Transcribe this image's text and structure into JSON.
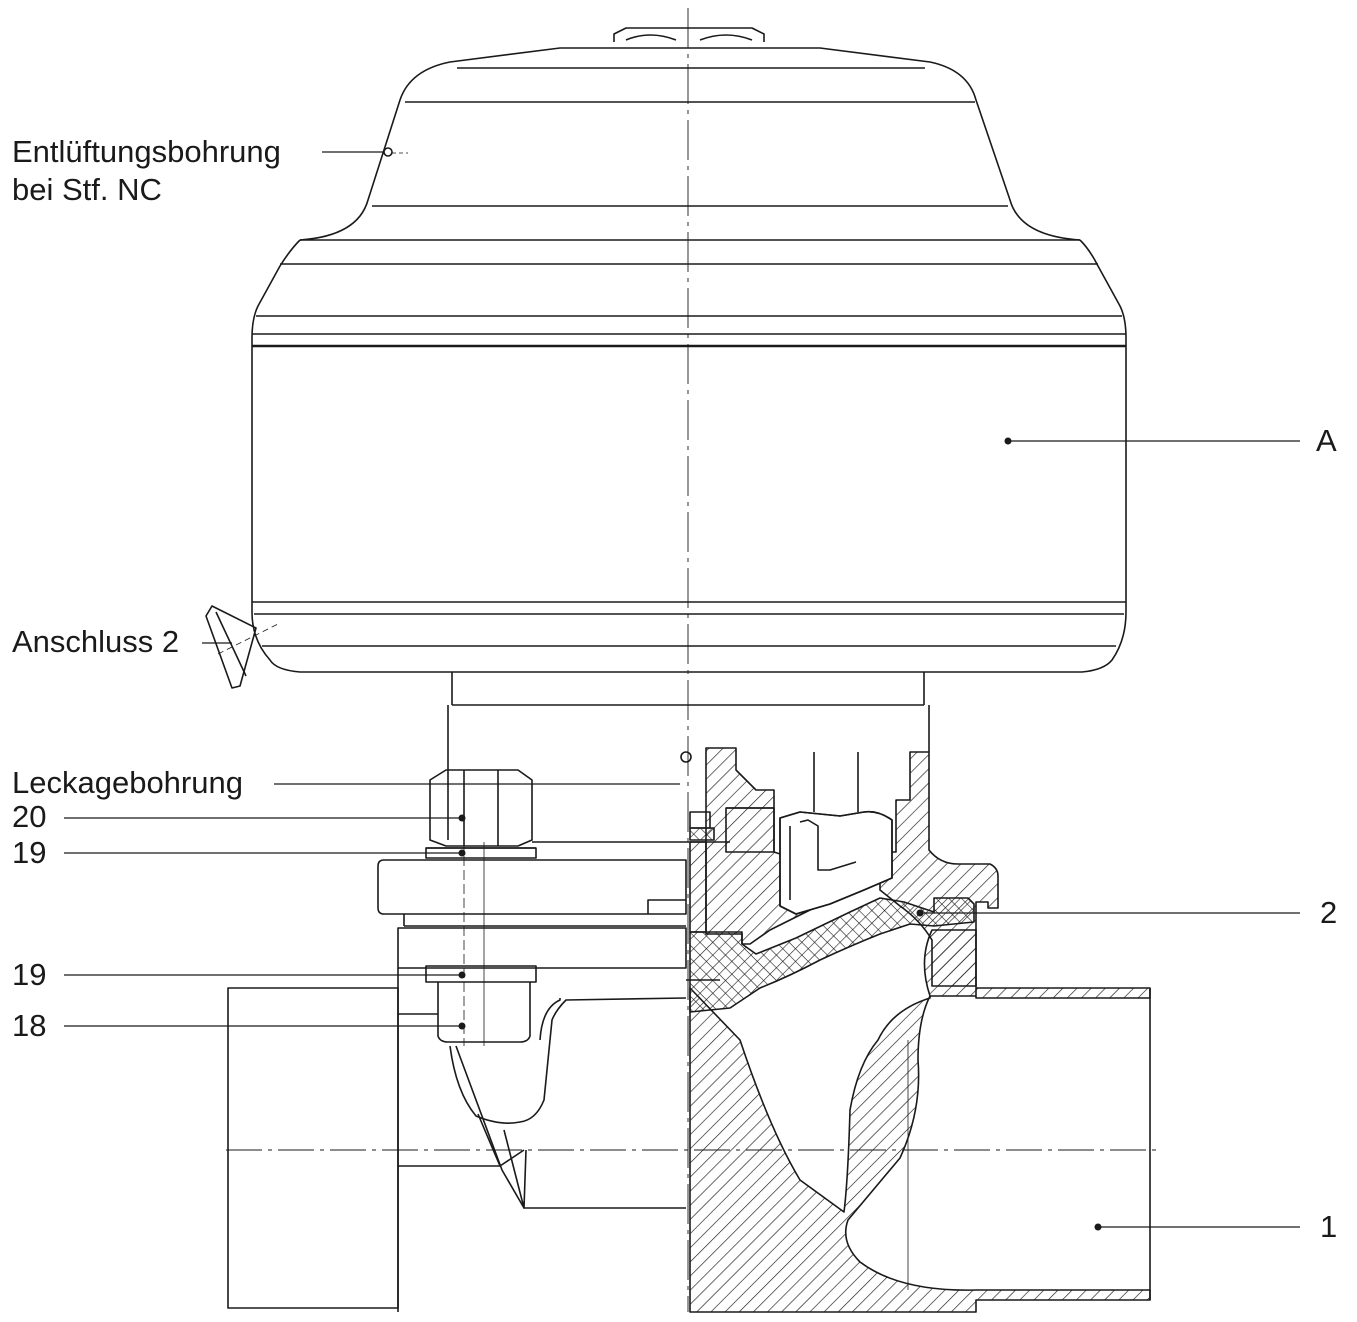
{
  "labels": {
    "vent_hole_line1": "Entlüftungsbohrung",
    "vent_hole_line2": "bei Stf. NC",
    "port_2": "Anschluss 2",
    "leak_hole": "Leckagebohrung",
    "part_20": "20",
    "part_19_upper": "19",
    "part_19_lower": "19",
    "part_18": "18",
    "part_A": "A",
    "part_2": "2",
    "part_1": "1"
  },
  "colors": {
    "ink": "#1a1a1a",
    "background": "#ffffff"
  }
}
